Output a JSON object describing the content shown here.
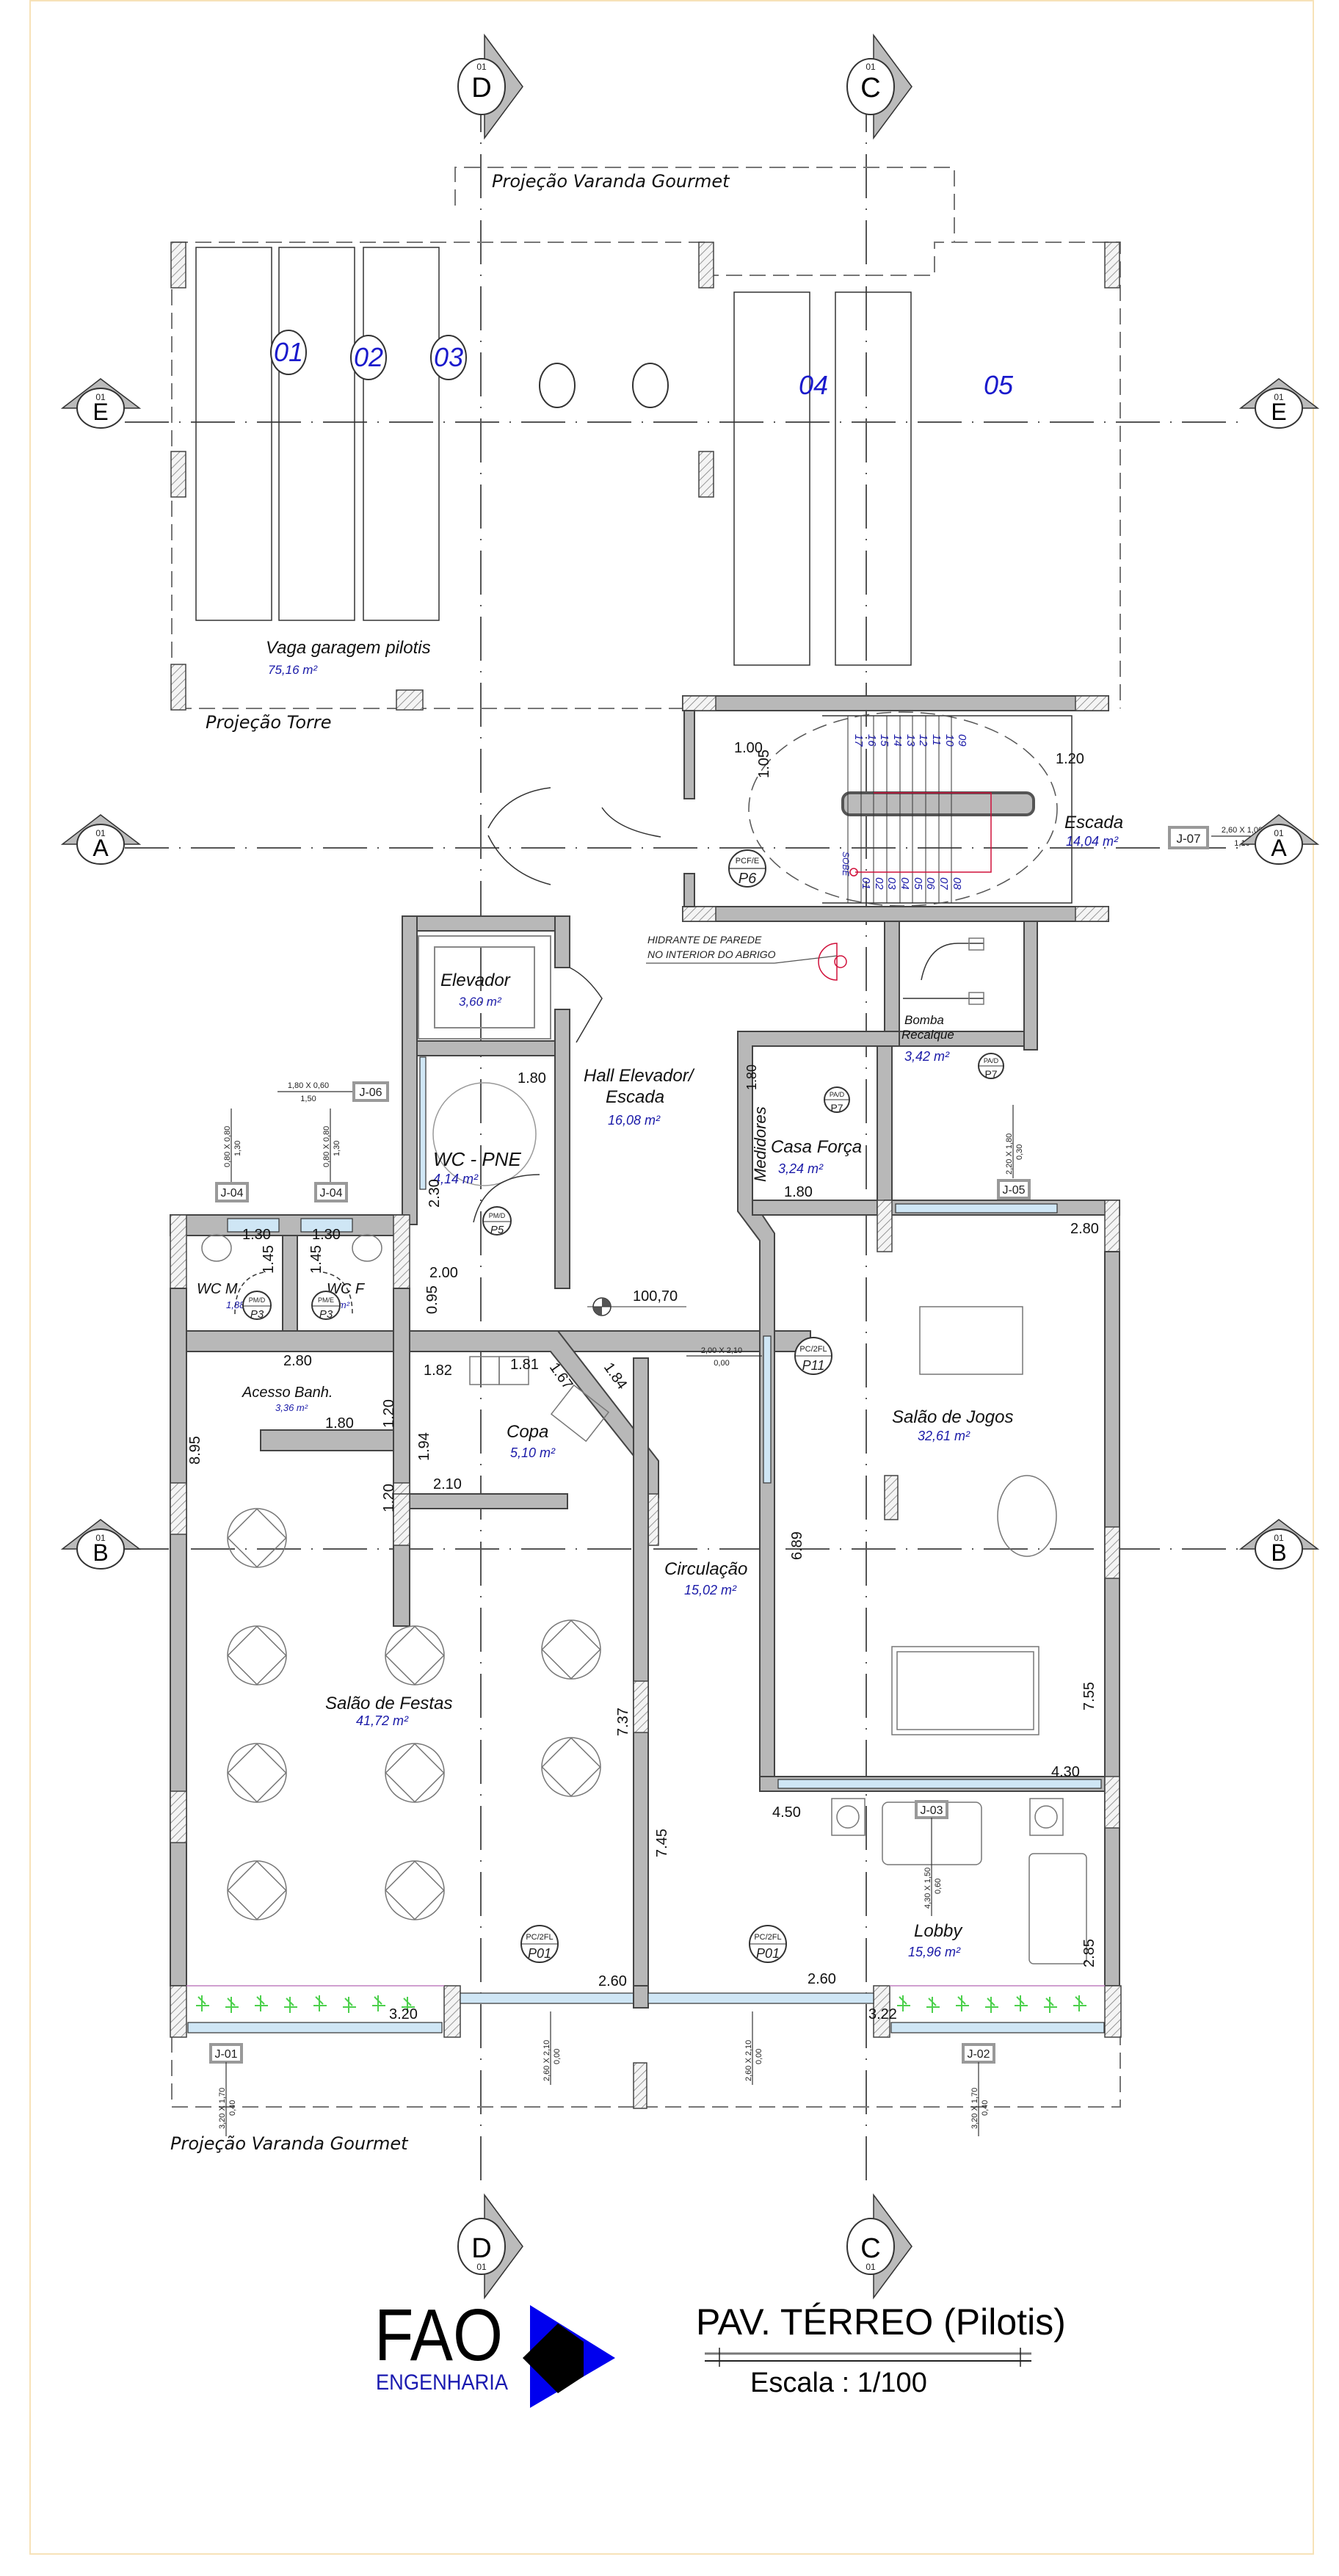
{
  "drawing": {
    "title": "PAV. TÉRREO (Pilotis)",
    "scale_label": "Escala : 1/100",
    "logo": {
      "name": "FAO",
      "subtitle": "ENGENHARIA",
      "colors": {
        "primary": "#0000ee",
        "secondary": "#000000"
      }
    }
  },
  "section_markers": {
    "sheet": "01",
    "top": [
      {
        "letter": "D"
      },
      {
        "letter": "C"
      }
    ],
    "bottom": [
      {
        "letter": "D"
      },
      {
        "letter": "C"
      }
    ],
    "left": [
      {
        "letter": "E"
      },
      {
        "letter": "A"
      },
      {
        "letter": "B"
      }
    ],
    "right": [
      {
        "letter": "E"
      },
      {
        "letter": "A"
      },
      {
        "letter": "B"
      }
    ]
  },
  "projections": {
    "varanda_top": "Projeção Varanda Gourmet",
    "torre": "Projeção Torre",
    "varanda_bottom": "Projeção Varanda Gourmet"
  },
  "parking": {
    "label": "Vaga garagem pilotis",
    "area": "75,16 m²",
    "spots": [
      "01",
      "02",
      "03",
      "04",
      "05"
    ]
  },
  "rooms": {
    "escada": {
      "name": "Escada",
      "area": "14,04 m²"
    },
    "elevador": {
      "name": "Elevador",
      "area": "3,60 m²"
    },
    "hall": {
      "name_line1": "Hall Elevador/",
      "name_line2": "Escada",
      "area": "16,08 m²"
    },
    "bomba": {
      "name_line1": "Bomba",
      "name_line2": "Recalque",
      "area": "3,42 m²"
    },
    "casa_forca": {
      "name": "Casa Força",
      "area": "3,24 m²",
      "medidores": "Medidores"
    },
    "wc_pne": {
      "name": "WC - PNE",
      "area": "4,14 m²"
    },
    "wc_m": {
      "name": "WC M",
      "area": "1,88 m²"
    },
    "wc_f": {
      "name": "WC F",
      "area": "1,88 m²"
    },
    "acesso": {
      "name": "Acesso Banh.",
      "area": "3,36 m²"
    },
    "copa": {
      "name": "Copa",
      "area": "5,10 m²"
    },
    "circulacao": {
      "name": "Circulação",
      "area": "15,02 m²"
    },
    "salao_jogos": {
      "name": "Salão de Jogos",
      "area": "32,61 m²"
    },
    "salao_festas": {
      "name": "Salão de Festas",
      "area": "41,72 m²"
    },
    "lobby": {
      "name": "Lobby",
      "area": "15,96 m²"
    }
  },
  "stairs": {
    "steps_top": [
      "17",
      "16",
      "15",
      "14",
      "13",
      "12",
      "11",
      "10",
      "09"
    ],
    "steps_bottom": [
      "01",
      "02",
      "03",
      "04",
      "05",
      "06",
      "07",
      "08"
    ],
    "sobe": "SOBE"
  },
  "hydrant_note": {
    "line1": "HIDRANTE DE PAREDE",
    "line2": "NO INTERIOR DO ABRIGO"
  },
  "level_mark": "100,70",
  "doors": [
    {
      "type": "PCF/E",
      "id": "P6"
    },
    {
      "type": "PA/D",
      "id": "P7"
    },
    {
      "type": "PA/D",
      "id": "P7"
    },
    {
      "type": "PM/D",
      "id": "P5"
    },
    {
      "type": "PM/D",
      "id": "P3"
    },
    {
      "type": "PM/E",
      "id": "P3"
    },
    {
      "type": "PC/2FL",
      "id": "P11"
    },
    {
      "type": "PC/2FL",
      "id": "P01"
    },
    {
      "type": "PC/2FL",
      "id": "P01"
    }
  ],
  "windows": [
    {
      "id": "J-07",
      "size": "2,60 X 1,00",
      "sill": "1,10"
    },
    {
      "id": "J-06",
      "size": "1,80 X 0,60",
      "sill": "1,50"
    },
    {
      "id": "J-04",
      "size": "0,80 X 0,80",
      "sill": "1,30"
    },
    {
      "id": "J-04",
      "size": "0,80 X 0,80",
      "sill": "1,30"
    },
    {
      "id": "J-05",
      "size": "2,20 X 1,80",
      "sill": "0,30"
    },
    {
      "id": "J-03",
      "size": "4,30 X 1,50",
      "sill": "0,60"
    },
    {
      "id": "J-01",
      "size": "3,20 X 1,70",
      "sill": "0,40"
    },
    {
      "id": "J-02",
      "size": "3,20 X 1,70",
      "sill": "0,40"
    }
  ],
  "door_openings": [
    {
      "size": "2,00 X 2,10",
      "sill": "0,00"
    },
    {
      "size": "2,60 X 2,10",
      "sill": "0,00"
    },
    {
      "size": "2,60 X 2,10",
      "sill": "0,00"
    }
  ],
  "dimensions": {
    "stair_1_00": "1.00",
    "stair_1_05": "1.05",
    "stair_1_20": "1.20",
    "pne_1_80": "1.80",
    "pne_2_30": "2.30",
    "pne_2_00": "2.00",
    "wcm_1_30": "1.30",
    "wcm_1_45": "1.45",
    "wcf_1_30": "1.30",
    "wcf_1_45": "1.45",
    "d0_95": "0.95",
    "d1_81": "1.81",
    "d1_82": "1.82",
    "d1_67": "1.67",
    "d1_84": "1.84",
    "d2_80a": "2.80",
    "d1_20a": "1.20",
    "d1_80a": "1.80",
    "d8_95": "8.95",
    "d1_94": "1.94",
    "d2_10": "2.10",
    "d1_20b": "1.20",
    "cf_1_80h": "1.80",
    "cf_1_80v": "1.80",
    "sj_2_80": "2.80",
    "d6_89": "6.89",
    "d7_55": "7.55",
    "d4_30": "4.30",
    "d4_50": "4.50",
    "d7_37": "7.37",
    "d7_45": "7.45",
    "d2_85": "2.85",
    "d2_60a": "2.60",
    "d2_60b": "2.60",
    "d3_20": "3.20",
    "d3_22": "3.22"
  }
}
